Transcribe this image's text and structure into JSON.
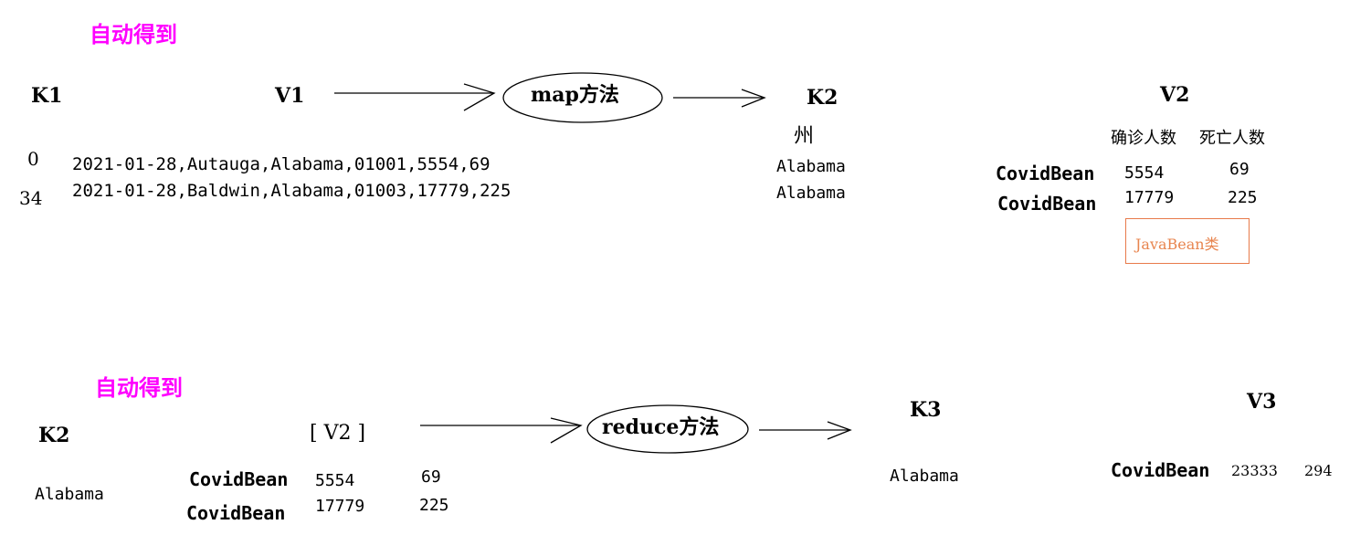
{
  "top": {
    "auto_label": "自动得到",
    "k1": "K1",
    "v1": "V1",
    "map_method": "map方法",
    "k2": "K2",
    "v2": "V2",
    "state_label": "州",
    "confirmed_label": "确诊人数",
    "deaths_label": "死亡人数",
    "keys": [
      "0",
      "34"
    ],
    "records": [
      "2021-01-28,Autauga,Alabama,01001,5554,69",
      "2021-01-28,Baldwin,Alabama,01003,17779,225"
    ],
    "k2_values": [
      "Alabama",
      "Alabama"
    ],
    "beans": [
      {
        "name": "CovidBean",
        "cases": "5554",
        "deaths": "69"
      },
      {
        "name": "CovidBean",
        "cases": "17779",
        "deaths": "225"
      }
    ],
    "javabean_label": "JavaBean类"
  },
  "bottom": {
    "auto_label": "自动得到",
    "k2": "K2",
    "v2_list": "[ V2 ]",
    "reduce_method": "reduce方法",
    "k3": "K3",
    "v3": "V3",
    "k2_value": "Alabama",
    "beans": [
      {
        "name": "CovidBean",
        "cases": "5554",
        "deaths": "69"
      },
      {
        "name": "CovidBean",
        "cases": "17779",
        "deaths": "225"
      }
    ],
    "k3_value": "Alabama",
    "result": {
      "name": "CovidBean",
      "cases": "23333",
      "deaths": "294"
    }
  }
}
